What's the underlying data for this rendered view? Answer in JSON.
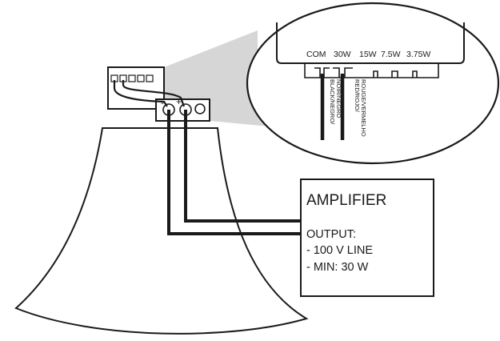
{
  "zoom_panel": {
    "taps": [
      "COM",
      "30W",
      "15W",
      "7.5W",
      "3.75W"
    ],
    "wire_labels": {
      "black": [
        "BLACK/NEGRO/",
        "NOIR/NEGRO"
      ],
      "red": [
        "RED/ROJO/",
        "ROUGE/VERMELHO"
      ]
    }
  },
  "terminal": {
    "minus": "-",
    "plus": "+"
  },
  "amplifier": {
    "title": "AMPLIFIER",
    "output_label": "OUTPUT:",
    "line_spec": "- 100 V LINE",
    "min_power": "- MIN: 30 W"
  },
  "colors": {
    "line": "#1a1a1a",
    "zoom_projection": "#d6d6d6",
    "background": "#ffffff"
  }
}
